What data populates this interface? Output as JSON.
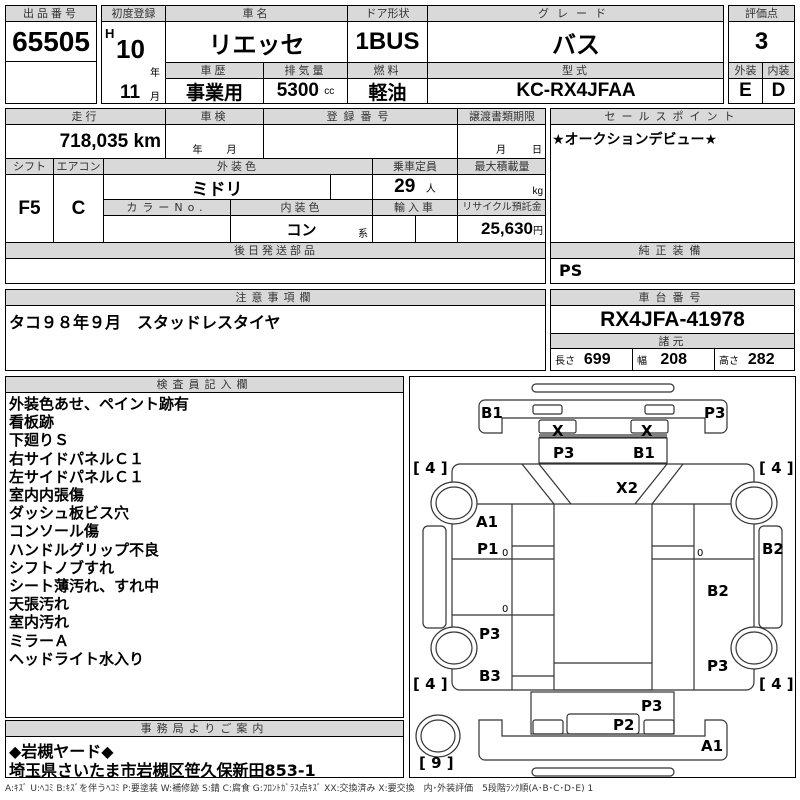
{
  "lot": {
    "label": "出品番号",
    "value": "65505"
  },
  "first_reg": {
    "label": "初度登録",
    "era": "H",
    "year": "10",
    "year_unit": "年",
    "month": "11",
    "month_unit": "月"
  },
  "car_name": {
    "label": "車名",
    "value": "リエッセ"
  },
  "door": {
    "label": "ドア形状",
    "value": "1BUS"
  },
  "grade": {
    "label": "グレード",
    "value": "バス"
  },
  "history": {
    "label": "車歴",
    "value": "事業用"
  },
  "displacement": {
    "label": "排気量",
    "value": "5300",
    "unit": "cc"
  },
  "fuel": {
    "label": "燃料",
    "value": "軽油"
  },
  "model": {
    "label": "型式",
    "value": "KC-RX4JFAA"
  },
  "score": {
    "label": "評価点",
    "value": "3",
    "ext_label": "外装",
    "int_label": "内装",
    "ext": "E",
    "int": "D"
  },
  "mileage": {
    "label": "走行",
    "value": "718,035",
    "unit": "km"
  },
  "inspection": {
    "label": "車検",
    "year_unit": "年",
    "month_unit": "月"
  },
  "reg_no": {
    "label": "登録番号"
  },
  "transfer": {
    "label": "譲渡書類期限",
    "month_unit": "月",
    "day_unit": "日"
  },
  "shift": {
    "label": "シフト",
    "value": "F5"
  },
  "aircon": {
    "label": "エアコン",
    "value": "C"
  },
  "ext_color": {
    "label": "外装色",
    "value": "ミドリ"
  },
  "capacity": {
    "label": "乗車定員",
    "value": "29",
    "unit": "人"
  },
  "max_load": {
    "label": "最大積載量",
    "unit": "kg"
  },
  "color_no": {
    "label": "カラーNo."
  },
  "int_color": {
    "label": "内装色",
    "value": "コン",
    "unit": "系"
  },
  "import": {
    "label": "輸入車"
  },
  "recycle": {
    "label": "リサイクル預託金",
    "value": "25,630",
    "unit": "円"
  },
  "later_parts": {
    "label": "後日発送部品"
  },
  "sales_point": {
    "label": "セールスポイント",
    "value": "★オークションデビュー★"
  },
  "equipment": {
    "label": "純正装備",
    "value": "PS"
  },
  "notes": {
    "label": "注意事項欄",
    "value": "タコ９８年９月　スタッドレスタイヤ"
  },
  "chassis": {
    "label": "車台番号",
    "value": "RX4JFA-41978"
  },
  "specs": {
    "label": "諸元",
    "length_label": "長さ",
    "length": "699",
    "width_label": "幅",
    "width": "208",
    "height_label": "高さ",
    "height": "282"
  },
  "inspector": {
    "label": "検査員記入欄",
    "items": [
      "外装色あせ、ペイント跡有",
      "看板跡",
      "下廻りＳ",
      "右サイドパネルＣ１",
      "左サイドパネルＣ１",
      "室内内張傷",
      "ダッシュ板ビス穴",
      "コンソール傷",
      "ハンドルグリップ不良",
      "シフトノブすれ",
      "シート薄汚れ、すれ中",
      "天張汚れ",
      "室内汚れ",
      "ミラーＡ",
      "ヘッドライト水入り"
    ]
  },
  "office": {
    "label": "事務局よりご案内",
    "line1": "◆岩槻ヤード◆",
    "line2": "埼玉県さいたま市岩槻区笹久保新田853-1"
  },
  "diagram": {
    "marks": [
      "B1",
      "P3",
      "X",
      "X",
      "P3",
      "B1",
      "X2",
      "A1",
      "P1",
      "B2",
      "B2",
      "P3",
      "P3",
      "B3",
      "P3",
      "P2",
      "A1",
      "0",
      "0",
      "0"
    ],
    "tires": [
      "[ 4 ]",
      "[ 4 ]",
      "[ 4 ]",
      "[ 4 ]",
      "[ 9 ]"
    ]
  },
  "legend": "A:ｷｽﾞ U:ﾍｺﾐ B:ｷｽﾞを伴うﾍｺﾐ P:要塗装 W:補修跡 S:錆 C:腐食 G:ﾌﾛﾝﾄｶﾞﾗｽ点ｷｽﾞ XX:交換済み X:要交換　内･外装評価　5段階ﾗﾝｸ順(A･B･C･D･E) 1"
}
